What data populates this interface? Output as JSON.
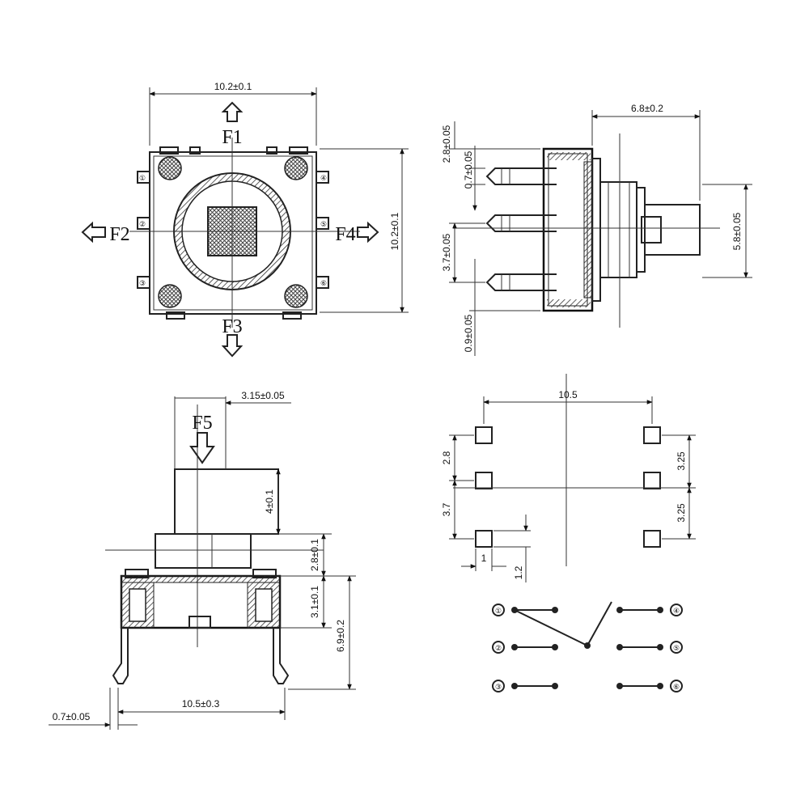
{
  "views": {
    "top": {
      "width_dim": "10.2±0.1",
      "height_dim": "10.2±0.1",
      "forces": [
        "F1",
        "F2",
        "F3",
        "F4"
      ],
      "pin_marks": [
        "①",
        "②",
        "③",
        "④",
        "⑤",
        "⑥"
      ]
    },
    "side": {
      "depth_dim": "6.8±0.2",
      "pin_top_dim": "2.8±0.05",
      "pin_width_dim": "0.7±0.05",
      "pin_spacing_dim": "3.7±0.05",
      "pin_bottom_dim": "0.9±0.05",
      "stem_dim": "5.8±0.05"
    },
    "front": {
      "force": "F5",
      "stem_width_dim": "3.15±0.05",
      "stem_height_dim": "4±0.1",
      "collar_dim": "2.8±0.1",
      "body_dim": "3.1±0.1",
      "total_dim": "6.9±0.2",
      "span_dim": "10.5±0.3",
      "leg_dim": "0.7±0.05"
    },
    "footprint": {
      "width_dim": "10.5",
      "left_top_dim": "2.8",
      "left_bottom_dim": "3.7",
      "right_top_dim": "3.25",
      "right_bottom_dim": "3.25",
      "pad_w_dim": "1",
      "pad_h_dim": "1.2"
    },
    "schematic": {
      "pin_marks": [
        "①",
        "②",
        "③",
        "④",
        "⑤",
        "⑥"
      ]
    }
  }
}
